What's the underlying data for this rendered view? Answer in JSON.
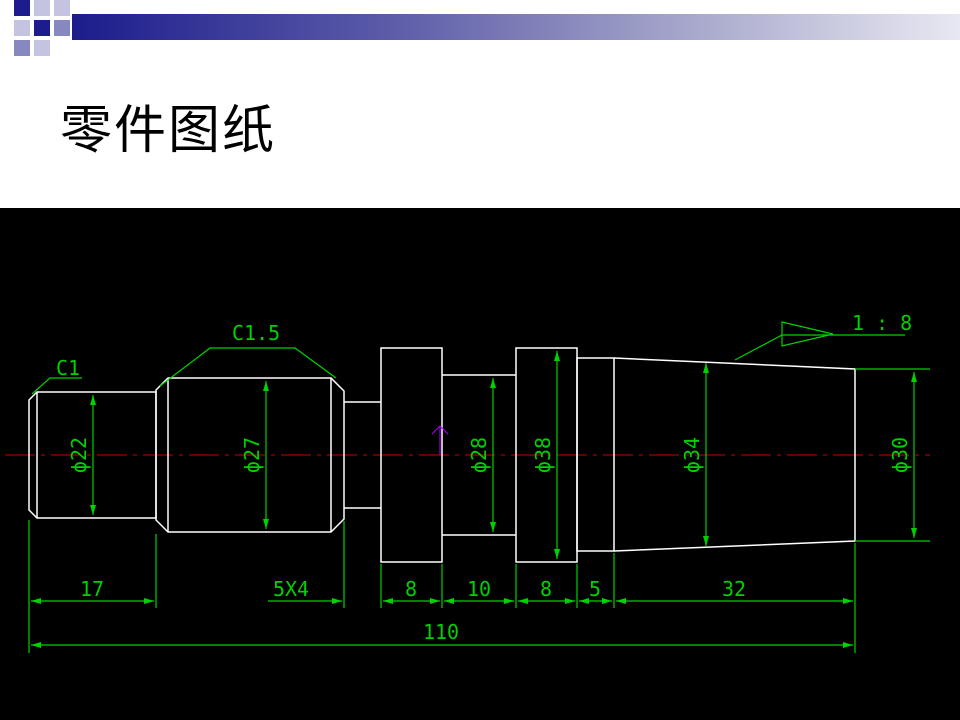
{
  "slide": {
    "title": "零件图纸"
  },
  "colors": {
    "drawing_background": "#000000",
    "outline": "#ffffff",
    "dimension": "#00d200",
    "centerline": "#cc0000",
    "header_gradient_start": "#1c1c8c",
    "header_gradient_end": "#e8e8f2"
  },
  "drawing": {
    "chamfers": {
      "left": "C1",
      "middle": "C1.5"
    },
    "taper": "1 : 8",
    "diameters": {
      "d22": "ϕ22",
      "d27": "ϕ27",
      "d28": "ϕ28",
      "d38": "ϕ38",
      "d34": "ϕ34",
      "d30": "ϕ30"
    },
    "lengths": {
      "l17": "17",
      "groove": "5X4",
      "l8a": "8",
      "l10": "10",
      "l8b": "8",
      "l5": "5",
      "l32": "32",
      "total": "110"
    }
  }
}
